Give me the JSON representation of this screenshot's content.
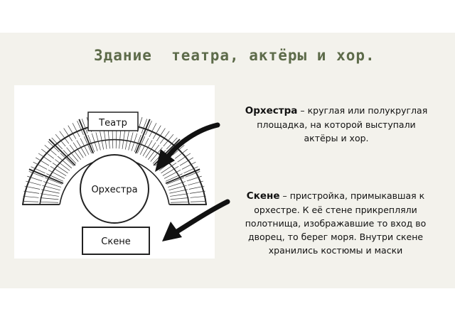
{
  "title": "Здание  театра, актёры и хор.",
  "diagram": {
    "theatre_label": "Театр",
    "orchestra_label": "Орхестра",
    "skene_label": "Скене"
  },
  "orchestra_text": {
    "term": "Орхестра",
    "definition": " – круглая или полукруглая  площадка, на которой выступали  актёры и хор."
  },
  "skene_text": {
    "term": "Скене",
    "definition": " – пристройка, примыкавшая к  орхестре. К её стене прикрепляли  полотнища, изображавшие то вход во  дворец, то берег моря. Внутри скене  хранились костюмы и маски"
  },
  "colors": {
    "title": "#5d6b4a",
    "background": "#f3f2ec",
    "arrow": "#111111"
  }
}
